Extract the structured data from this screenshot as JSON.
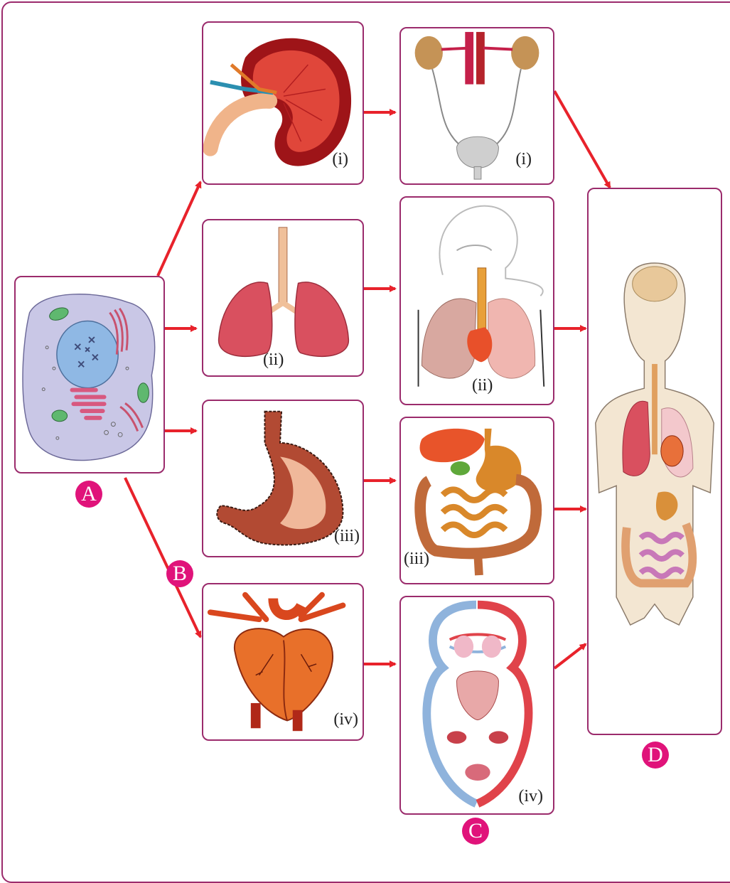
{
  "labels": {
    "A": "A",
    "B": "B",
    "C": "C",
    "D": "D"
  },
  "organs": {
    "kidney": "(i)",
    "lungs": "(ii)",
    "stomach": "(iii)",
    "heart": "(iv)"
  },
  "systems": {
    "urinary": "(i)",
    "respiratory": "(ii)",
    "digestive": "(iii)",
    "circulatory": "(iv)"
  },
  "colors": {
    "border": "#9b2b6c",
    "arrow": "#e8222b",
    "badge": "#e0137a"
  }
}
